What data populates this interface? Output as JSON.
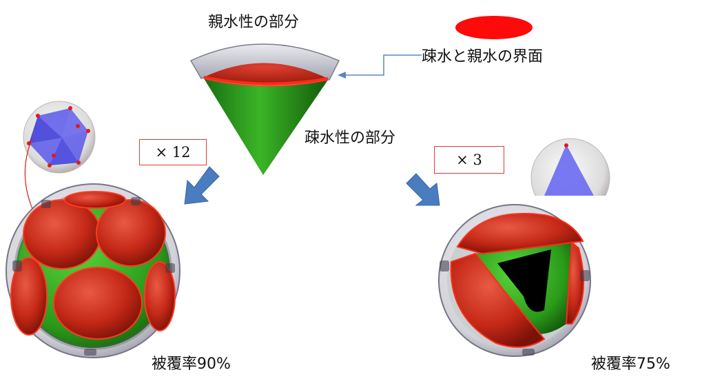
{
  "labels": {
    "hydrophilic": "親水性の部分",
    "hydrophobic": "疎水性の部分",
    "interface": "疎水と親水の界面",
    "coverage_left": "被覆率90%",
    "coverage_right": "被覆率75%"
  },
  "multipliers": {
    "left": "× 12",
    "right": "× 3"
  },
  "colors": {
    "hydrophilic_red": "#d42a1a",
    "hydrophobic_green": "#2a9a1a",
    "shell_gray": "#9a9aa8",
    "arrow_blue": "#4a7cc0",
    "polyhedron_blue": "#5a58e8"
  }
}
